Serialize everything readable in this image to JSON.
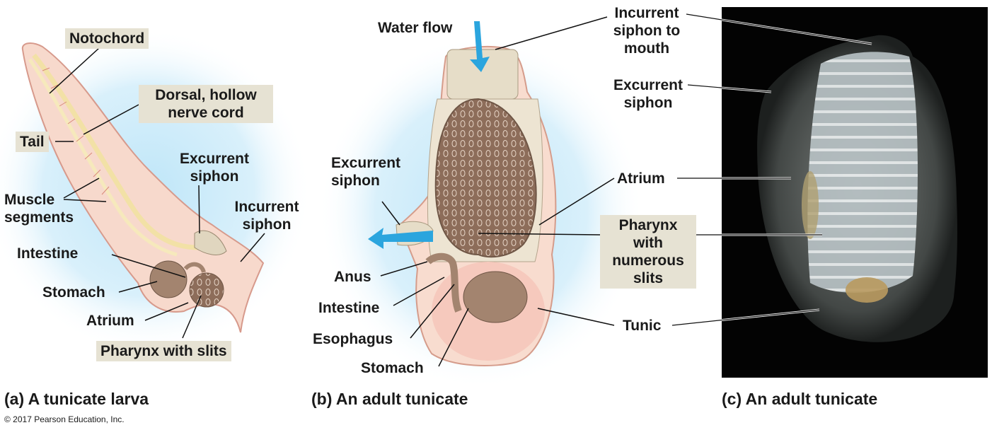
{
  "larva": {
    "notochord": "Notochord",
    "nerve_cord": "Dorsal, hollow nerve cord",
    "tail": "Tail",
    "muscle_segments": "Muscle segments",
    "excurrent_siphon": "Excurrent siphon",
    "incurrent_siphon": "Incurrent siphon",
    "intestine": "Intestine",
    "stomach": "Stomach",
    "atrium": "Atrium",
    "pharynx": "Pharynx with slits",
    "caption": "(a) A tunicate larva"
  },
  "adult_diagram": {
    "water_flow": "Water flow",
    "excurrent_siphon": "Excurrent siphon",
    "anus": "Anus",
    "intestine": "Intestine",
    "esophagus": "Esophagus",
    "stomach": "Stomach",
    "caption": "(b) An adult tunicate"
  },
  "adult_photo": {
    "incurrent_siphon": "Incurrent siphon to mouth",
    "excurrent_siphon": "Excurrent siphon",
    "atrium": "Atrium",
    "pharynx": "Pharynx with numerous slits",
    "tunic": "Tunic",
    "caption": "(c) An adult tunicate"
  },
  "copyright": "© 2017 Pearson Education, Inc.",
  "colors": {
    "glow": "#bfe6f8",
    "body_pink": "#f5d3c6",
    "pharynx_brown": "#8a6b57",
    "label_box": "#e6e2d3",
    "arrow_blue": "#2ba5de",
    "photo_bg": "#030303"
  }
}
